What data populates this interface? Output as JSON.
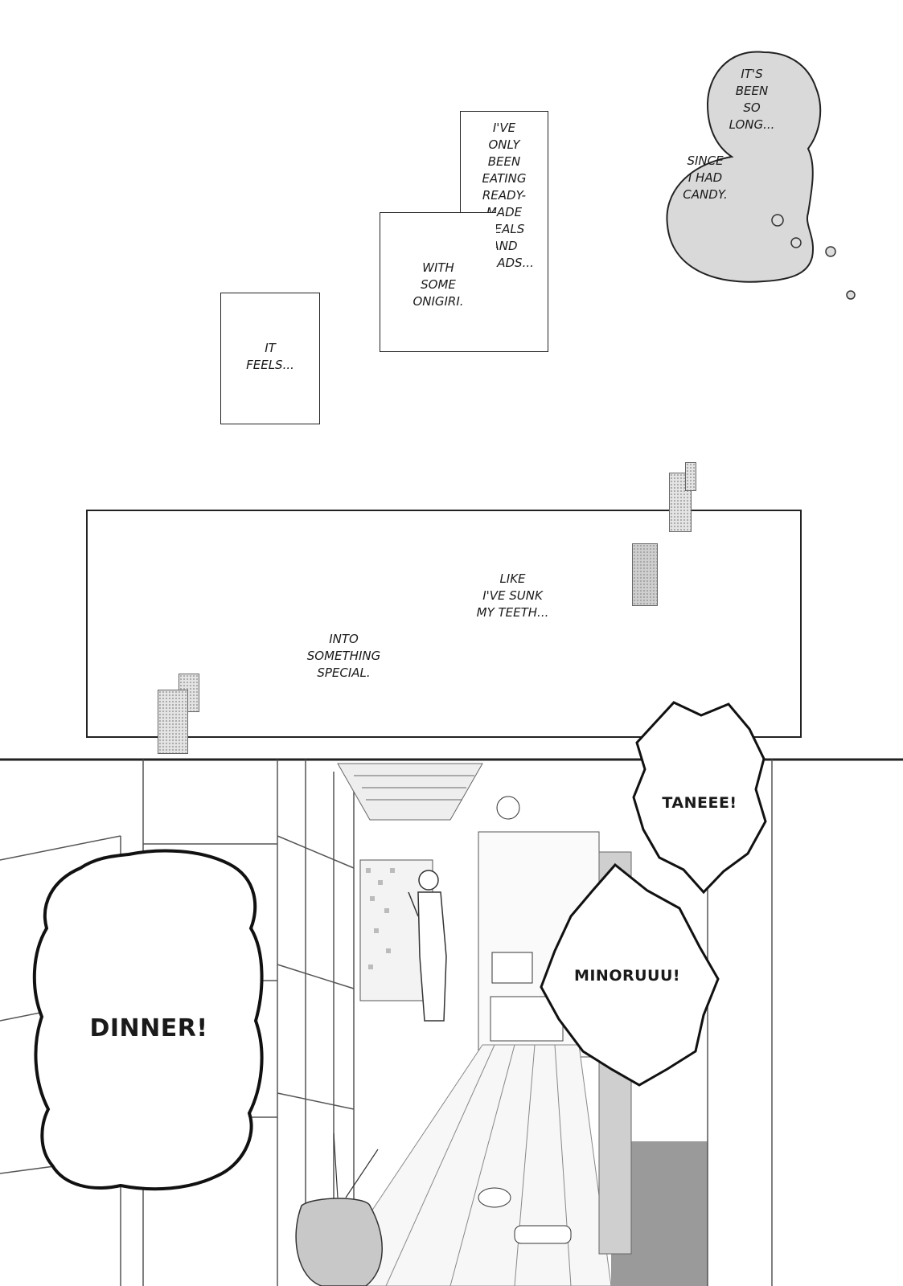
{
  "thought_bubble": {
    "lines": [
      "IT'S",
      "BEEN",
      "SO",
      "LONG...",
      "SINCE",
      "I HAD",
      "CANDY."
    ]
  },
  "captions": {
    "ready_made": [
      "I'VE",
      "ONLY",
      "BEEN",
      "EATING",
      "READY-",
      "MADE",
      "MEALS",
      "AND",
      "SALADS..."
    ],
    "onigiri": [
      "WITH",
      "SOME",
      "ONIGIRI."
    ],
    "feels": [
      "IT",
      "FEELS..."
    ]
  },
  "taped_panel": {
    "line1": [
      "LIKE",
      "I'VE SUNK",
      "MY TEETH..."
    ],
    "line2": [
      "INTO",
      "SOMETHING",
      "SPECIAL."
    ]
  },
  "shouts": {
    "dinner": "DINNER!",
    "taneee": "TANEEE!",
    "minoruuu": "MINORUUU!"
  }
}
